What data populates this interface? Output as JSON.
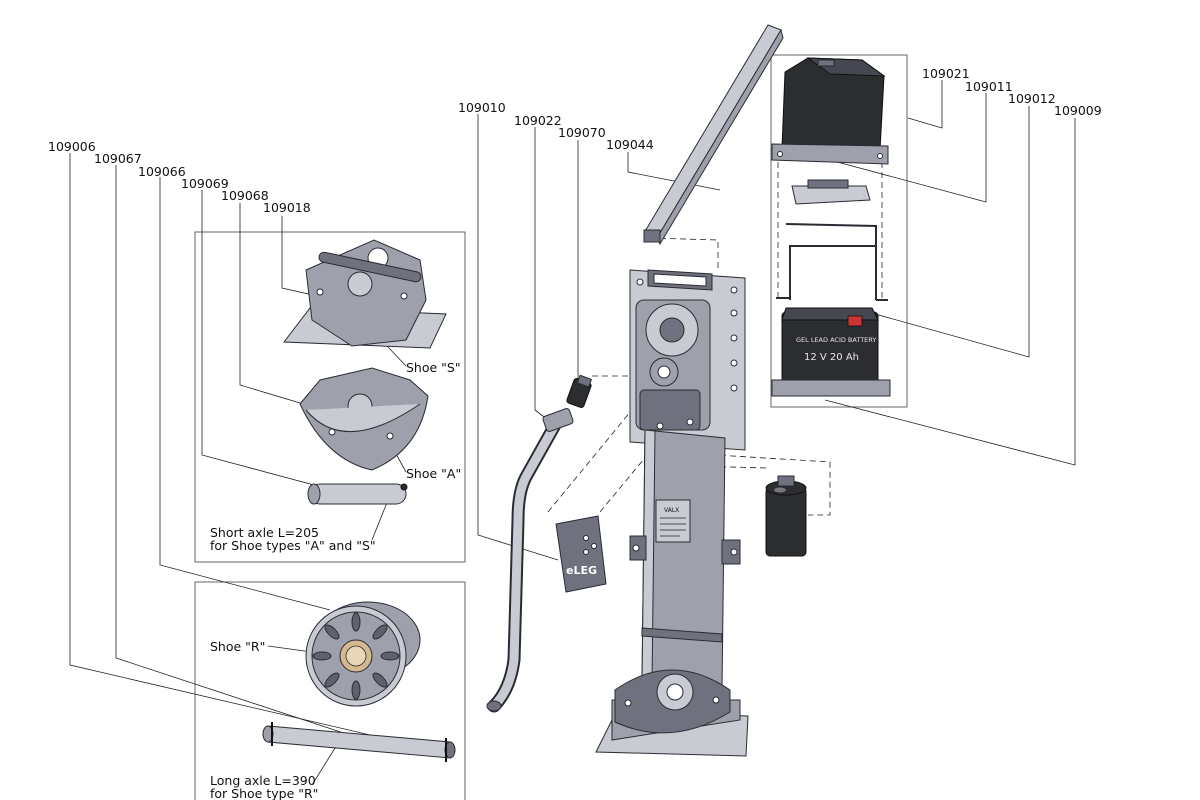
{
  "part_numbers": {
    "p109006": "109006",
    "p109067": "109067",
    "p109066": "109066",
    "p109069": "109069",
    "p109068": "109068",
    "p109018": "109018",
    "p109010": "109010",
    "p109022": "109022",
    "p109070": "109070",
    "p109044": "109044",
    "p109021": "109021",
    "p109011": "109011",
    "p109012": "109012",
    "p109009": "109009"
  },
  "callouts": {
    "shoe_s": "Shoe \"S\"",
    "shoe_a": "Shoe \"A\"",
    "shoe_r": "Shoe \"R\"",
    "short_axle_line1": "Short axle L=205",
    "short_axle_line2": "for Shoe types \"A\" and \"S\"",
    "long_axle_line1": "Long axle L=390",
    "long_axle_line2": "for Shoe type \"R\""
  },
  "product_markings": {
    "battery_type": "GEL LEAD ACID BATTERY",
    "battery_rating": "12 V  20 Ah",
    "control_panel_logo": "eLEG",
    "leg_nameplate_brand": "VALX"
  }
}
